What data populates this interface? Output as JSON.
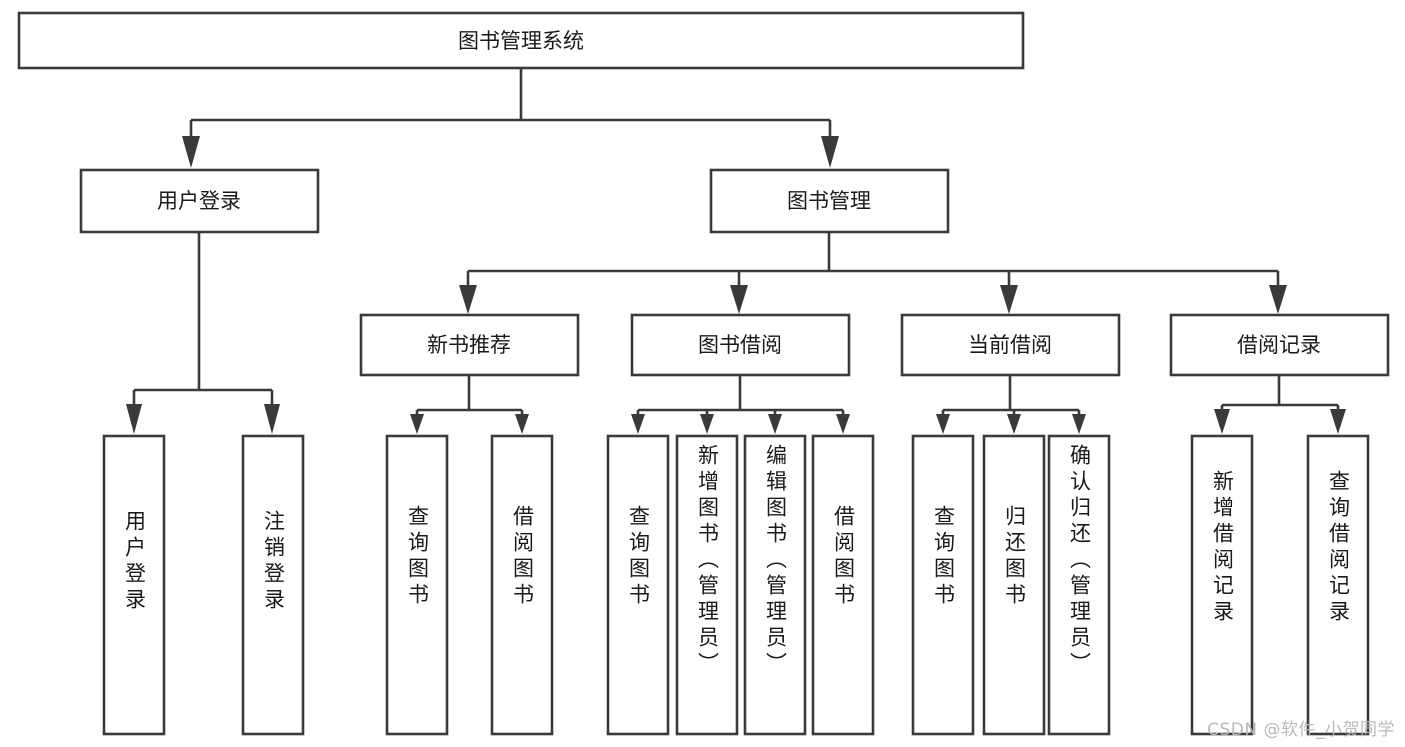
{
  "diagram": {
    "title": "图书管理系统",
    "type": "tree",
    "root": {
      "label": "图书管理系统"
    },
    "level2": [
      {
        "label": "用户登录"
      },
      {
        "label": "图书管理"
      }
    ],
    "level3": [
      {
        "label": "新书推荐"
      },
      {
        "label": "图书借阅"
      },
      {
        "label": "当前借阅"
      },
      {
        "label": "借阅记录"
      }
    ],
    "leaves": {
      "user_login": [
        {
          "label": "用户登录"
        },
        {
          "label": "注销登录"
        }
      ],
      "new_book": [
        {
          "label": "查询图书"
        },
        {
          "label": "借阅图书"
        }
      ],
      "book_borrow": [
        {
          "label": "查询图书"
        },
        {
          "label": "新增图书（管理员）"
        },
        {
          "label": "编辑图书（管理员）"
        },
        {
          "label": "借阅图书"
        }
      ],
      "current_borrow": [
        {
          "label": "查询图书"
        },
        {
          "label": "归还图书"
        },
        {
          "label": "确认归还（管理员）"
        }
      ],
      "borrow_record": [
        {
          "label": "新增借阅记录"
        },
        {
          "label": "查询借阅记录"
        }
      ]
    }
  },
  "watermark": {
    "text": "CSDN @软件_小贺同学"
  },
  "colors": {
    "stroke": "#3a3a3a",
    "fill": "#ffffff",
    "text": "#1a1a1a",
    "watermark": "#b9b9b9"
  }
}
